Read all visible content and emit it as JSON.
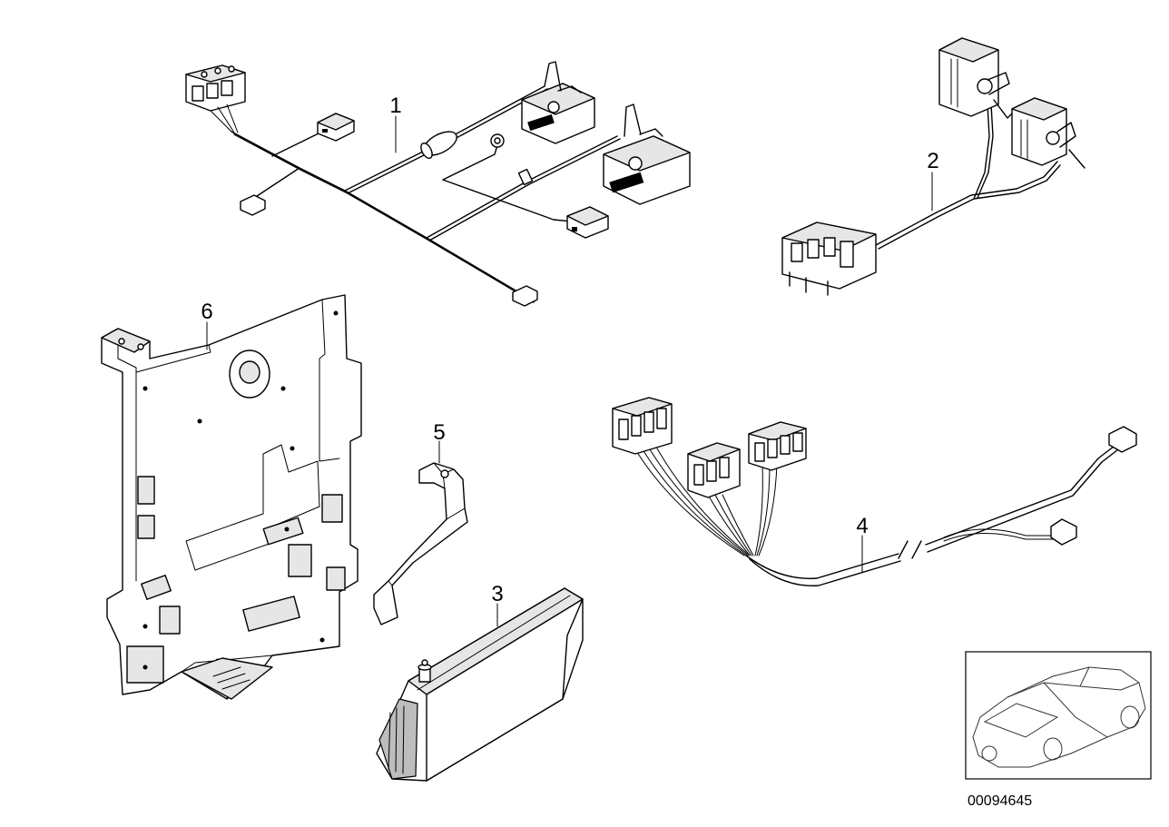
{
  "callouts": [
    {
      "id": "callout-1",
      "text": "1"
    },
    {
      "id": "callout-2",
      "text": "2"
    },
    {
      "id": "callout-3",
      "text": "3"
    },
    {
      "id": "callout-4",
      "text": "4"
    },
    {
      "id": "callout-5",
      "text": "5"
    },
    {
      "id": "callout-6",
      "text": "6"
    }
  ],
  "diagram_number": "00094645",
  "icons": {
    "harness_1": "wiring-harness-icon",
    "harness_2": "adapter-cable-icon",
    "module_3": "control-module-icon",
    "harness_4": "connector-cable-icon",
    "bracket_5": "bracket-icon",
    "plate_6": "mounting-plate-icon",
    "thumbnail": "car-thumbnail-icon"
  }
}
